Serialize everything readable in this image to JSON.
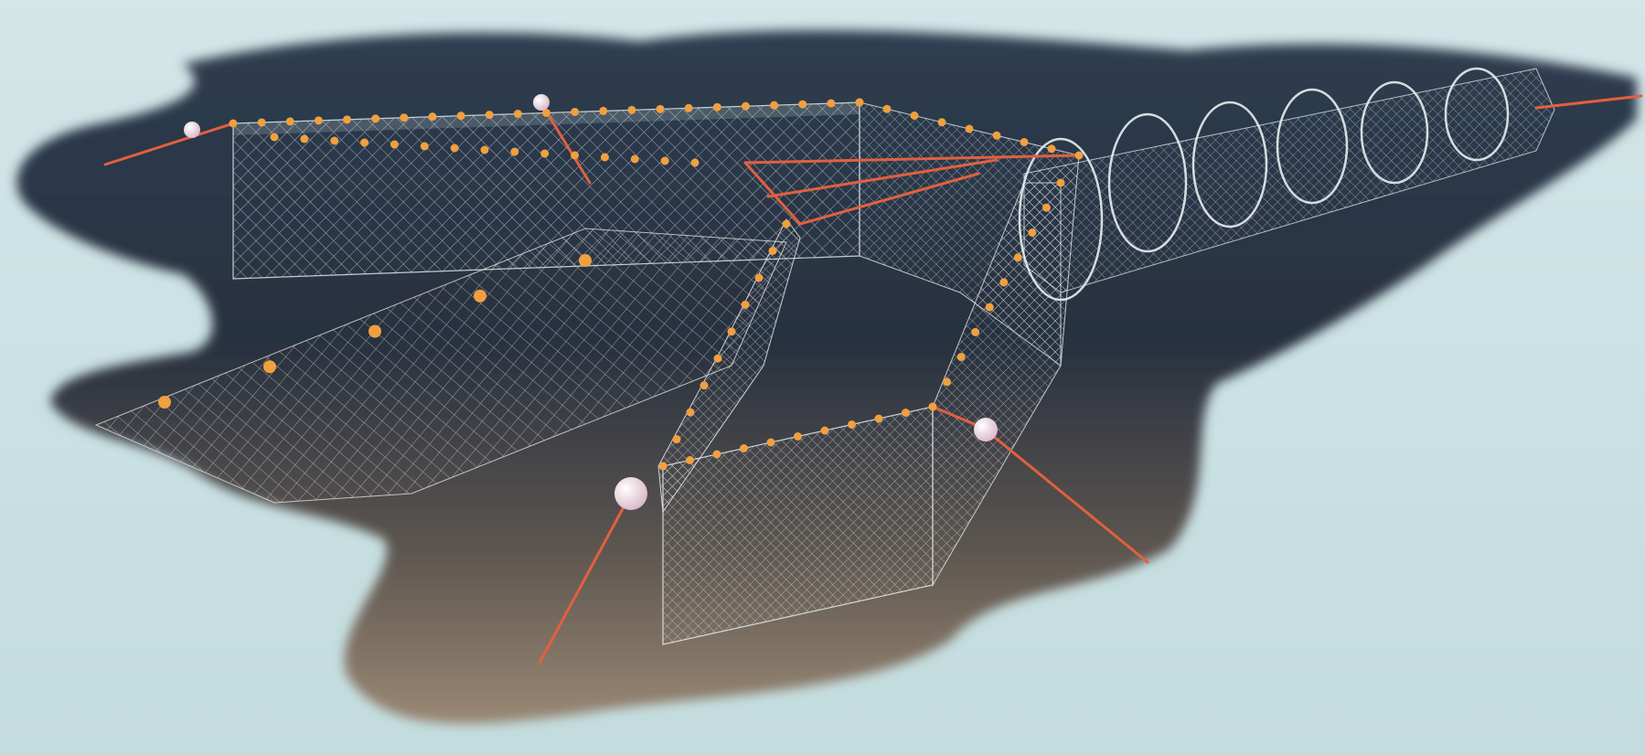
{
  "scene": {
    "subject": "fishing-trap-net-illustration",
    "colors": {
      "background": "#cfe4e6",
      "blob_top": "#2c3c4e",
      "blob_mid": "#2b3442",
      "blob_bottom": "#8a7a6a",
      "net_mesh": "#dfe7ea",
      "rope": "#e2603e",
      "float_dot": "#f0a040",
      "buoy": "#f3dfe8"
    },
    "elements": {
      "leader_wings": 1,
      "pound_chambers": 2,
      "funnel_hoops": 6,
      "mooring_buoys": 4
    }
  }
}
